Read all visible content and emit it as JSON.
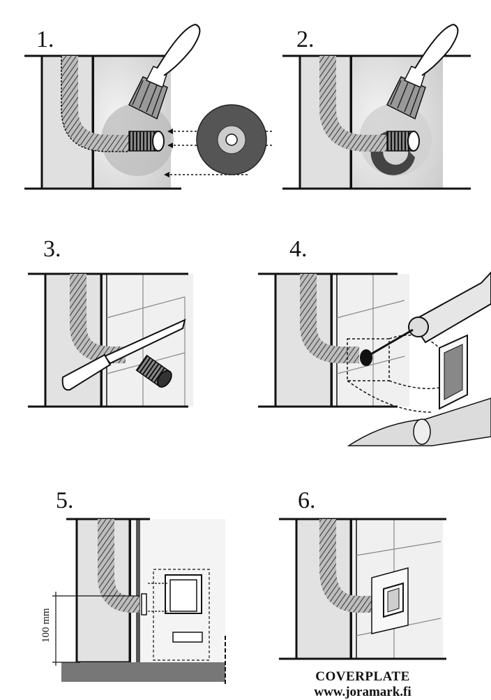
{
  "steps": [
    {
      "number": "1."
    },
    {
      "number": "2."
    },
    {
      "number": "3."
    },
    {
      "number": "4."
    },
    {
      "number": "5."
    },
    {
      "number": "6."
    }
  ],
  "dimension": {
    "label": "100 mm"
  },
  "footer": {
    "title": "COVERPLATE",
    "website": "www.joramark.fi"
  },
  "colors": {
    "stroke": "#111111",
    "wall": "#d9d9d9",
    "wallLight": "#ececec",
    "membrane": "#555555",
    "floor": "#777777"
  }
}
